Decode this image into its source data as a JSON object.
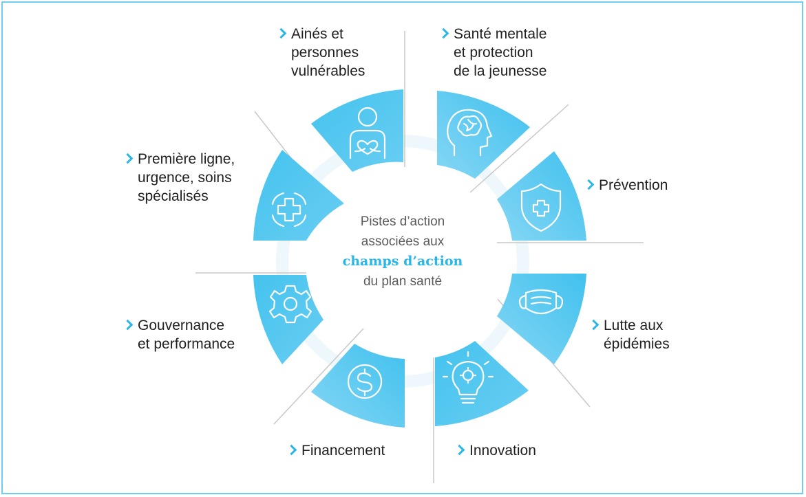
{
  "center": {
    "line1": "Pistes d’action",
    "line2": "associées aux",
    "highlight": "champs d’action",
    "line4": "du plan santé"
  },
  "segments": [
    {
      "key": "aines",
      "lines": [
        "Ainés et",
        "personnes",
        "vulnérables"
      ],
      "icon": "elder-heart-icon"
    },
    {
      "key": "sante-mentale",
      "lines": [
        "Santé mentale",
        "et protection",
        "de la jeunesse"
      ],
      "icon": "head-brain-icon"
    },
    {
      "key": "prevention",
      "lines": [
        "Prévention"
      ],
      "icon": "shield-cross-icon"
    },
    {
      "key": "epidemies",
      "lines": [
        "Lutte aux",
        "épidémies"
      ],
      "icon": "face-mask-icon"
    },
    {
      "key": "innovation",
      "lines": [
        "Innovation"
      ],
      "icon": "lightbulb-gear-icon"
    },
    {
      "key": "financement",
      "lines": [
        "Financement"
      ],
      "icon": "dollar-coin-icon"
    },
    {
      "key": "gouvernance",
      "lines": [
        "Gouvernance",
        "et performance"
      ],
      "icon": "gear-icon"
    },
    {
      "key": "premiere-ligne",
      "lines": [
        "Première ligne,",
        "urgence, soins",
        "spécialisés"
      ],
      "icon": "medical-cross-icon"
    }
  ],
  "colors": {
    "segment_dark": "#44c3ee",
    "segment_light": "#7fd4f3",
    "accent": "#29b6e8",
    "frame": "#6fcdf0",
    "line": "#c8c8c8"
  }
}
